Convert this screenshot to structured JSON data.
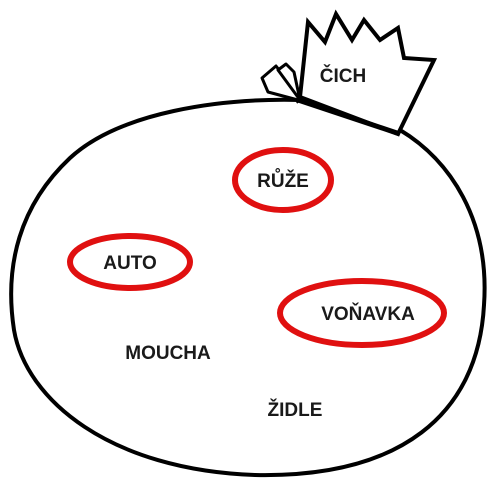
{
  "bag": {
    "tag_label": "ČICH",
    "words": [
      {
        "text": "RŮŽE",
        "circled": true
      },
      {
        "text": "AUTO",
        "circled": true
      },
      {
        "text": "VOŇAVKA",
        "circled": true
      },
      {
        "text": "MOUCHA",
        "circled": false
      },
      {
        "text": "ŽIDLE",
        "circled": false
      }
    ]
  },
  "colors": {
    "outline": "#000000",
    "circle": "#e01010",
    "text": "#1a1a1a"
  }
}
